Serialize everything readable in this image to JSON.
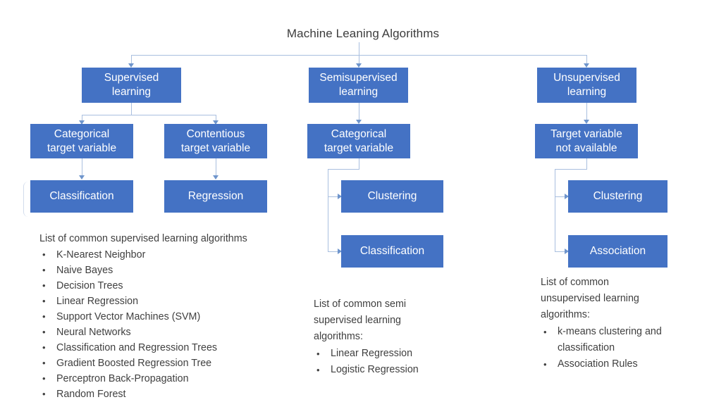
{
  "diagram": {
    "title": "Machine Leaning Algorithms",
    "accent_color": "#4472C4",
    "connector_color": "#a9bfdf",
    "text_color": "#404040"
  },
  "branches": {
    "supervised": {
      "root": "Supervised\nlearning",
      "root_line1": "Supervised",
      "root_line2": "learning",
      "children": [
        {
          "line1": "Categorical",
          "line2": "target variable",
          "leaf": "Classification"
        },
        {
          "line1": "Contentious",
          "line2": "target variable",
          "leaf": "Regression"
        }
      ],
      "notes": {
        "lead": "List of common supervised learning algorithms",
        "items": [
          "K-Nearest Neighbor",
          "Naive Bayes",
          "Decision Trees",
          "Linear Regression",
          "Support Vector Machines (SVM)",
          "Neural Networks",
          "Classification and Regression Trees",
          "Gradient Boosted Regression Tree",
          "Perceptron Back-Propagation",
          "Random Forest"
        ]
      }
    },
    "semisupervised": {
      "root_line1": "Semisupervised",
      "root_line2": "learning",
      "child_line1": "Categorical",
      "child_line2": "target variable",
      "leaves": [
        "Clustering",
        "Classification"
      ],
      "notes": {
        "lead": "List of common semi\nsupervised learning\nalgorithms:",
        "items": [
          "Linear Regression",
          "Logistic Regression"
        ]
      }
    },
    "unsupervised": {
      "root_line1": "Unsupervised",
      "root_line2": "learning",
      "child_line1": "Target variable",
      "child_line2": "not available",
      "leaves": [
        "Clustering",
        "Association"
      ],
      "notes": {
        "lead": "List of common\nunsupervised learning\nalgorithms:",
        "items": [
          "k-means clustering and\nclassification",
          "Association Rules"
        ]
      }
    }
  }
}
